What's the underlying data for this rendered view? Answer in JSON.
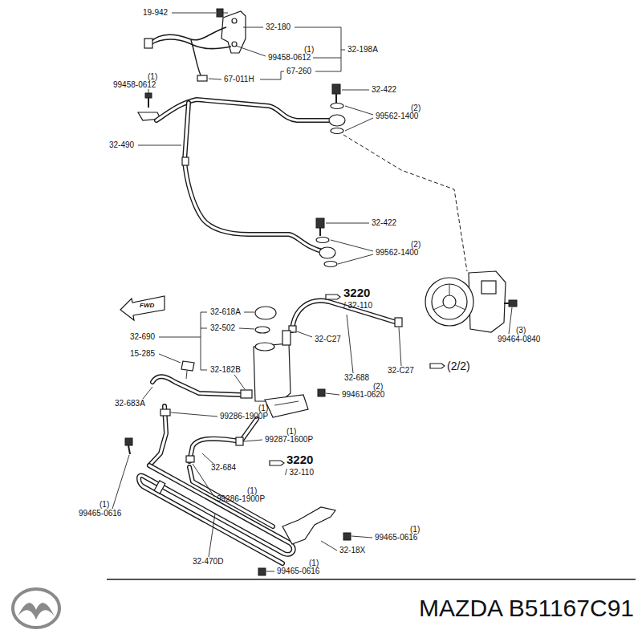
{
  "diagram": {
    "caption": "MAZDA B51167C91",
    "labels": [
      "19-942",
      "32-180",
      "(1)",
      "99458-0612",
      "32-198A",
      "(1)",
      "99458-0612",
      "67-011H",
      "67-260",
      "32-422",
      "(2)",
      "99562-1400",
      "32-490",
      "32-422",
      "(2)",
      "99562-1400",
      "3220",
      "/ 32-110",
      "FWD",
      "32-618A",
      "32-690",
      "32-502",
      "32-C27",
      "15-285",
      "32-182B",
      "32-688",
      "32-C27",
      "(2/2)",
      "(3)",
      "99464-0840",
      "32-683A",
      "(2)",
      "99461-0620",
      "(1)",
      "99286-1900P",
      "(1)",
      "99287-1600P",
      "32-684",
      "3220",
      "/ 32-110",
      "(1)",
      "99286-1900P",
      "(1)",
      "99465-0616",
      "(1)",
      "99465-0616",
      "32-18X",
      "32-470D",
      "(1)",
      "99465-0616"
    ]
  }
}
